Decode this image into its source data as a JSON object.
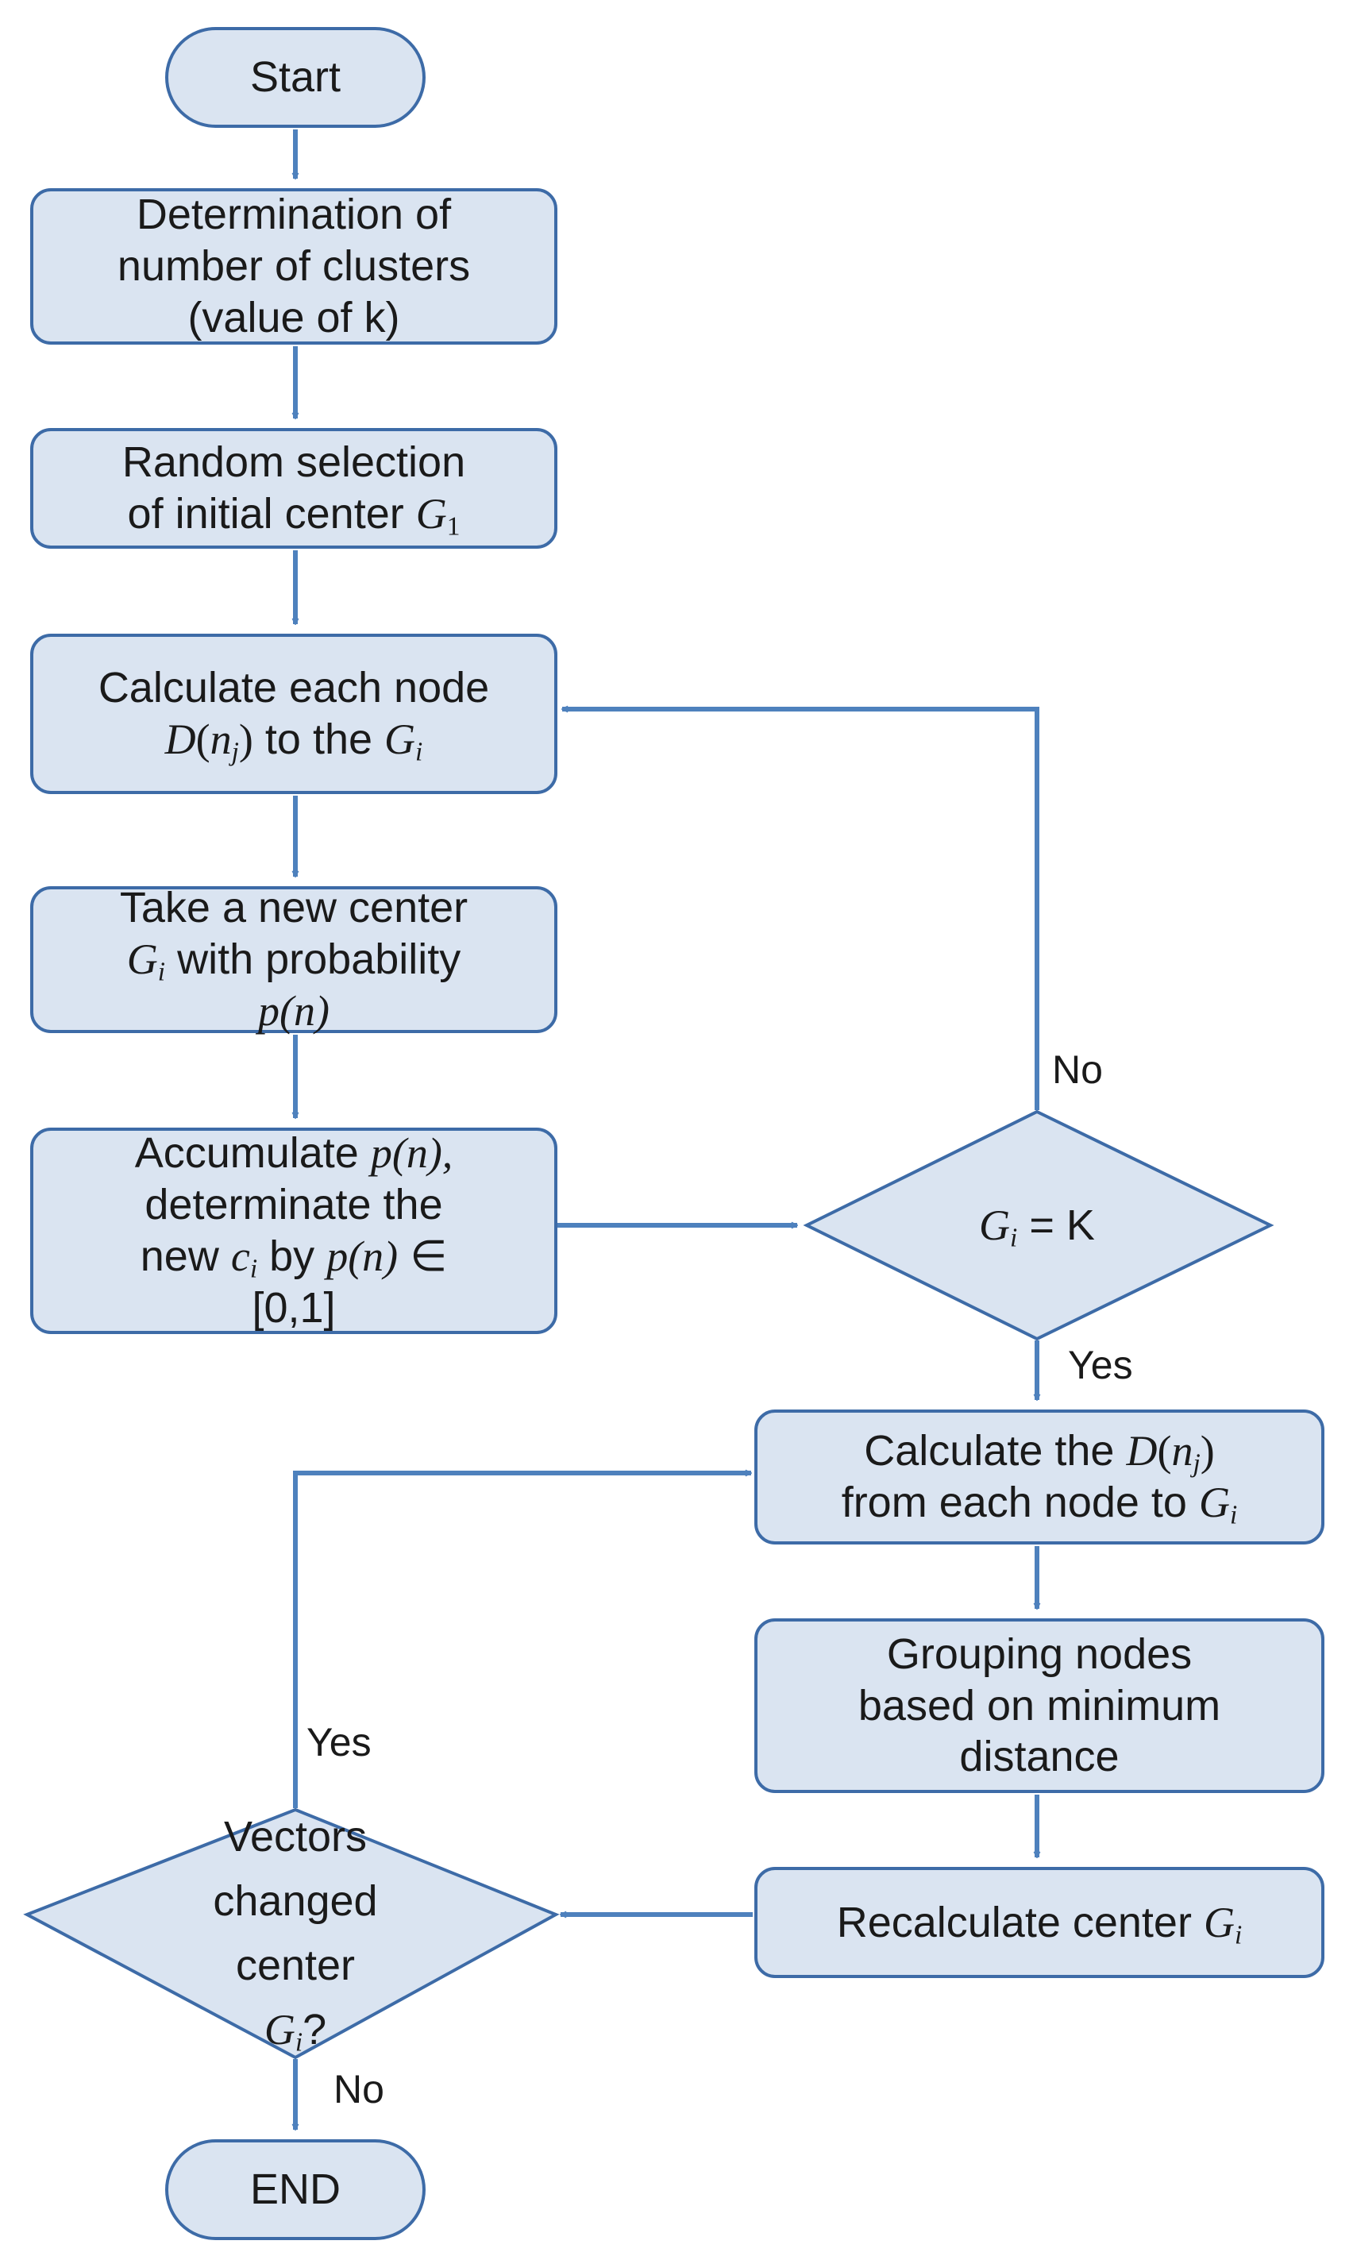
{
  "nodes": {
    "start": "Start",
    "determine_k": [
      "Determination of",
      "number of clusters",
      "(value of k)"
    ],
    "random_select": [
      "Random selection",
      "of initial center"
    ],
    "calc_each_node": [
      "Calculate each node",
      "to the"
    ],
    "take_center": [
      "Take a new center",
      "with probability"
    ],
    "accumulate": [
      "Accumulate",
      "determinate the",
      "new",
      "by",
      "[0,1]"
    ],
    "decision_k": "= K",
    "calc_d": [
      "Calculate the",
      "from each node to"
    ],
    "grouping": [
      "Grouping nodes",
      "based on minimum",
      "distance"
    ],
    "recalc": "Recalculate center",
    "decision_changed": [
      "Vectors",
      "changed",
      "center",
      "?"
    ],
    "end": "END"
  },
  "math": {
    "G": "G",
    "D": "D",
    "n": "n",
    "p": "p",
    "c": "c",
    "sub_1": "1",
    "sub_i": "i",
    "sub_j": "j",
    "p_of_n": "p(n)",
    "p_of_n_comma": "p(n),",
    "in_symbol": "∈",
    "lparen": "(",
    "rparen": ")"
  },
  "edge_labels": {
    "no_top": "No",
    "yes_top": "Yes",
    "yes_left": "Yes",
    "no_bottom": "No"
  },
  "colors": {
    "node_fill": "#dae4f1",
    "stroke": "#3d6ba7",
    "connector": "#4e81bd",
    "text": "#1a1a1a"
  }
}
